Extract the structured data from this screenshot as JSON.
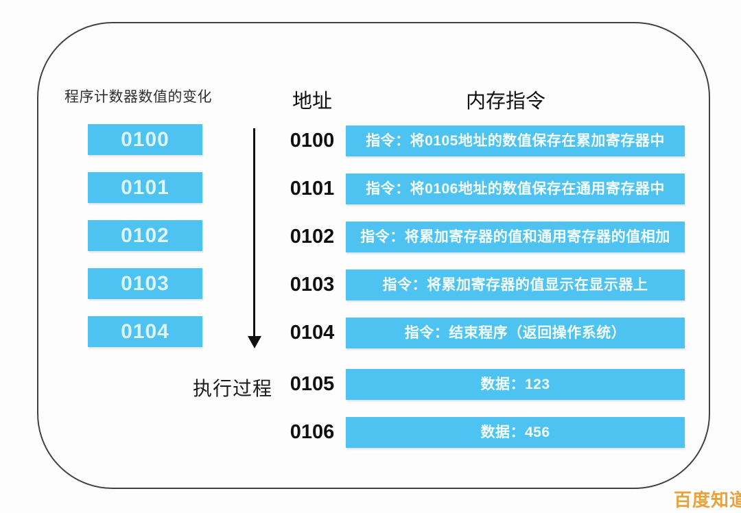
{
  "page": {
    "watermark": "百度知道"
  },
  "diagram": {
    "left_panel": {
      "title": "程序计数器数值的变化",
      "boxes": [
        "0100",
        "0101",
        "0102",
        "0103",
        "0104"
      ]
    },
    "execution": {
      "label": "执行过程"
    },
    "memory": {
      "address_header": "地址",
      "instruction_header": "内存指令",
      "rows": [
        {
          "address": "0100",
          "content": "指令：将0105地址的数值保存在累加寄存器中"
        },
        {
          "address": "0101",
          "content": "指令：将0106地址的数值保存在通用寄存器中"
        },
        {
          "address": "0102",
          "content": "指令：将累加寄存器的值和通用寄存器的值相加"
        },
        {
          "address": "0103",
          "content": "指令：将累加寄存器的值显示在显示器上"
        },
        {
          "address": "0104",
          "content": "指令：结束程序（返回操作系统）"
        },
        {
          "address": "0105",
          "content": "数据：123"
        },
        {
          "address": "0106",
          "content": "数据：456"
        }
      ]
    },
    "colors": {
      "box_blue": "#4ec3f1",
      "box_text_light": "#dcf5fd",
      "frame_outline": "#414141",
      "watermark_orange": "#e7a23b"
    }
  }
}
